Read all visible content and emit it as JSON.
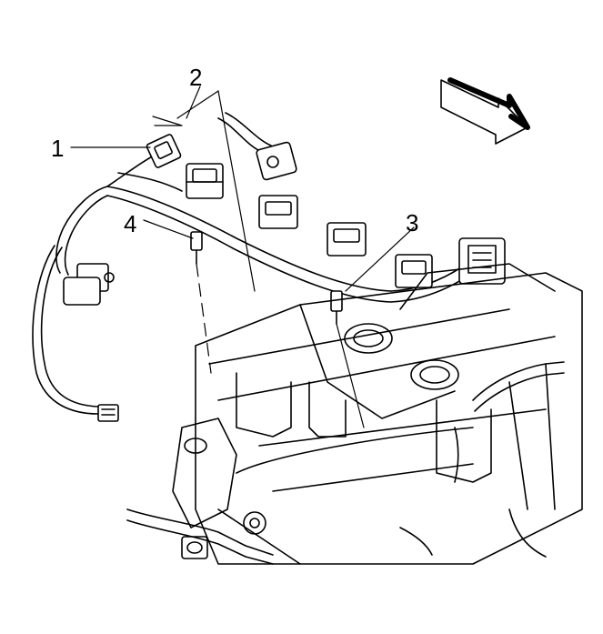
{
  "callouts": {
    "one": "1",
    "two": "2",
    "three": "3",
    "four": "4"
  },
  "icons": {
    "direction_arrow": "arrow-icon",
    "connector": "connector-icon",
    "clip": "clip-icon"
  }
}
